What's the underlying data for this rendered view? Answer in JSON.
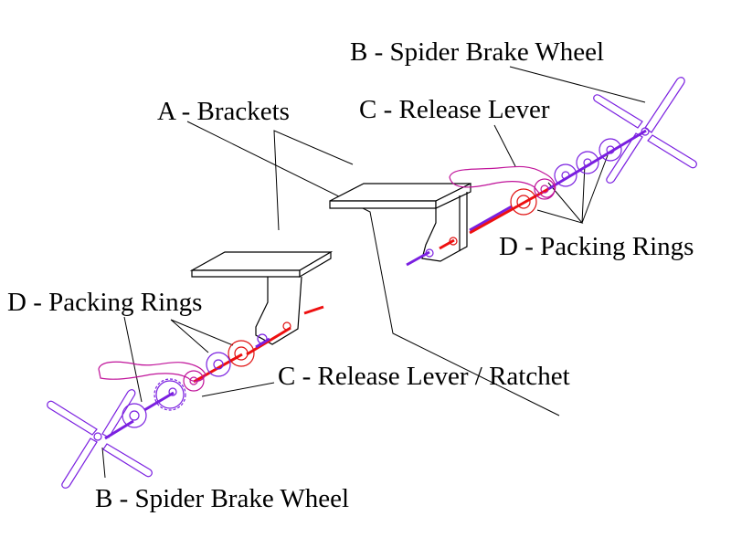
{
  "diagram": {
    "title": "Hand brake assembly exploded view",
    "labels": {
      "spider_top": "B - Spider Brake Wheel",
      "release_top": "C - Release Lever",
      "brackets": "A - Brackets",
      "packing_right": "D - Packing Rings",
      "packing_left": "D - Packing Rings",
      "release_ratchet": "C - Release Lever / Ratchet",
      "spider_bottom": "B - Spider  Brake Wheel"
    },
    "colors": {
      "outline": "#000000",
      "shaft_purple": "#7a1fe0",
      "lever_magenta": "#c0139a",
      "ring_red": "#e01010",
      "background": "#ffffff"
    }
  }
}
